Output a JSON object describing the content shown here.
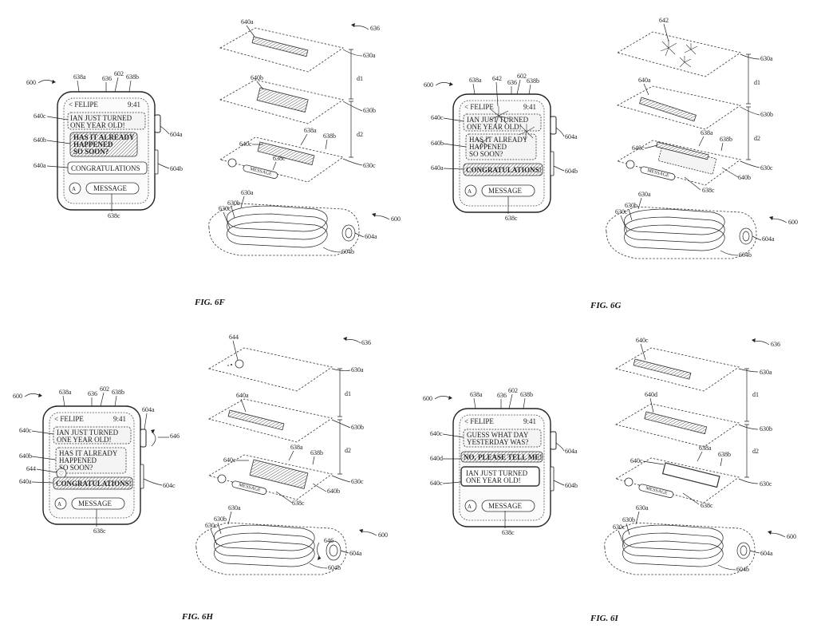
{
  "figures": [
    {
      "id": "6F",
      "caption": "FIG. 6F",
      "watch": {
        "sender": "< FELIPE",
        "time": "9:41",
        "messages": [
          {
            "ref": "640c",
            "text": "IAN JUST TURNED ONE YEAR OLD!"
          },
          {
            "ref": "640b",
            "text": "HAS IT ALREADY HAPPENED SO SOON?"
          },
          {
            "ref": "640a",
            "text": "CONGRATULATIONS"
          }
        ],
        "input_label": "MESSAGE"
      },
      "refs": {
        "device": "600",
        "top": [
          "638a",
          "636",
          "602",
          "638b"
        ],
        "side": [
          "604a",
          "604b"
        ],
        "bottom": "638c",
        "exploded": [
          "636",
          "640a",
          "630a",
          "640b",
          "630b",
          "638a",
          "640c",
          "638b",
          "630c",
          "638c",
          "630a",
          "630b",
          "630c",
          "604a",
          "604b",
          "600",
          "d1",
          "d2"
        ]
      }
    },
    {
      "id": "6G",
      "caption": "FIG. 6G",
      "watch": {
        "sender": "< FELIPE",
        "time": "9:41",
        "messages": [
          {
            "ref": "640c",
            "text": "IAN JUST TURNED ONE YEAR OLD!"
          },
          {
            "ref": "640b",
            "text": "HAS IT ALREADY HAPPENED SO SOON?"
          },
          {
            "ref": "640a",
            "text": "CONGRATULATIONS!"
          }
        ],
        "input_label": "MESSAGE"
      },
      "refs": {
        "device": "600",
        "top": [
          "638a",
          "642",
          "636",
          "602",
          "638b"
        ],
        "side": [
          "604a",
          "604b"
        ],
        "bottom": "638c",
        "exploded": [
          "642",
          "630a",
          "640a",
          "d1",
          "630b",
          "638a",
          "640c",
          "638b",
          "d2",
          "630c",
          "640b",
          "638c",
          "630a",
          "630b",
          "630c",
          "600",
          "604a",
          "604b"
        ]
      }
    },
    {
      "id": "6H",
      "caption": "FIG. 6H",
      "watch": {
        "sender": "< FELIPE",
        "time": "9:41",
        "messages": [
          {
            "ref": "640c",
            "text": "IAN JUST TURNED ONE YEAR OLD!"
          },
          {
            "ref": "640b",
            "text": "HAS IT ALREADY HAPPENED SO SOON?"
          },
          {
            "ref": "640a",
            "text": "CONGRATULATIONS!"
          }
        ],
        "input_label": "MESSAGE"
      },
      "refs": {
        "device": "600",
        "top": [
          "638a",
          "636",
          "602",
          "638b",
          "604a"
        ],
        "side": [
          "646",
          "604c"
        ],
        "left_extra": "644",
        "bottom": "638c",
        "exploded": [
          "636",
          "644",
          "630a",
          "640a",
          "d1",
          "630b",
          "638a",
          "640c",
          "638b",
          "d2",
          "630c",
          "640b",
          "638c",
          "630a",
          "630b",
          "630c",
          "646",
          "600",
          "604a",
          "604b"
        ]
      }
    },
    {
      "id": "6I",
      "caption": "FIG. 6I",
      "watch": {
        "sender": "< FELIPE",
        "time": "9:41",
        "messages": [
          {
            "ref": "640c",
            "text": "GUESS WHAT DAY YESTERDAY WAS?"
          },
          {
            "ref": "640d",
            "text": "NO, PLEASE TELL ME!"
          },
          {
            "ref": "640c",
            "text": "IAN JUST TURNED ONE YEAR OLD!"
          }
        ],
        "input_label": "MESSAGE"
      },
      "refs": {
        "device": "600",
        "top": [
          "638a",
          "636",
          "602",
          "638b"
        ],
        "side": [
          "604a",
          "604b"
        ],
        "bottom": "638c",
        "exploded": [
          "640c",
          "636",
          "630a",
          "640d",
          "d1",
          "630b",
          "638a",
          "640c",
          "638b",
          "d2",
          "630c",
          "638c",
          "630a",
          "630b",
          "630c",
          "600",
          "604a",
          "604b"
        ]
      }
    }
  ]
}
